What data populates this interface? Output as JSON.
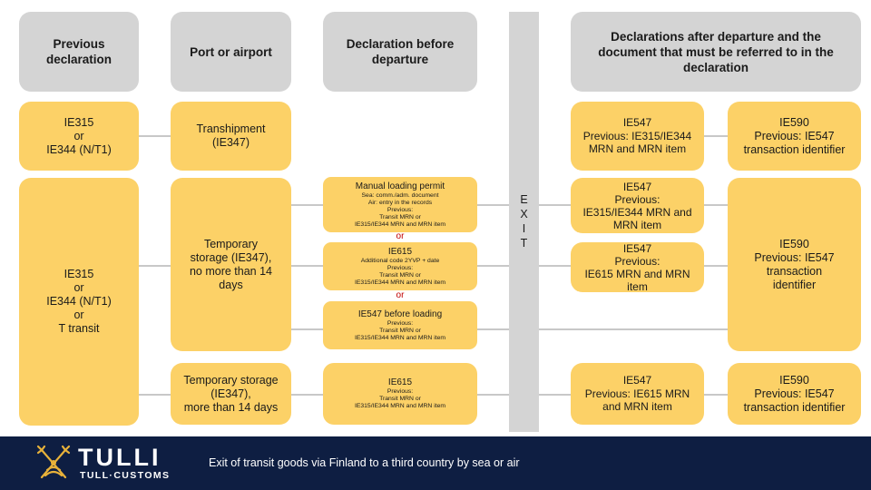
{
  "headers": {
    "previous_declaration": "Previous declaration",
    "port_or_airport": "Port or airport",
    "declaration_before_departure": "Declaration before departure",
    "declarations_after_departure": "Declarations after departure and the document that must be referred to in the declaration"
  },
  "row1": {
    "previous": [
      "IE315",
      "or",
      "IE344 (N/T1)"
    ],
    "port": [
      "Transhipment",
      "(IE347)"
    ],
    "after": [
      "IE547",
      "Previous: IE315/IE344",
      "MRN and MRN item"
    ],
    "final": [
      "IE590",
      "Previous:  IE547",
      "transaction identifier"
    ]
  },
  "row2": {
    "previous": [
      "IE315",
      "or",
      "IE344 (N/T1)",
      "or",
      "T transit"
    ],
    "port": [
      "Temporary",
      "storage (IE347),",
      "no more than 14",
      "days"
    ],
    "decl_a": {
      "title": "Manual loading permit",
      "lines": [
        "Sea:  comm./adm.  document",
        "Air: entry  in  the records",
        "Previous:",
        "Transit MRN or",
        "IE315/IE344    MRN and  MRN item"
      ]
    },
    "or_1": "or",
    "decl_b": {
      "title": "IE615",
      "lines": [
        "Additional  code 2YVP  + date",
        "Previous:",
        "Transit MRN or",
        "IE315/IE344    MRN and  MRN item"
      ]
    },
    "or_2": "or",
    "decl_c": {
      "title": "IE547  before loading",
      "lines": [
        "Previous:",
        "Transit MRN or",
        "IE315/IE344    MRN and  MRN item"
      ]
    },
    "after_a": [
      "IE547",
      "Previous:",
      "IE315/IE344 MRN and",
      "MRN item"
    ],
    "after_b": [
      "IE547",
      "Previous:",
      "IE615 MRN and MRN",
      "item"
    ],
    "final": [
      "IE590",
      "Previous:  IE547",
      "transaction",
      "identifier"
    ]
  },
  "row3": {
    "port": [
      "Temporary storage",
      "(IE347),",
      "more than 14 days"
    ],
    "decl": {
      "title": "IE615",
      "lines": [
        "Previous:",
        "Transit MRN or",
        "IE315/IE344    MRN and  MRN item"
      ]
    },
    "after": [
      "IE547",
      "Previous: IE615 MRN",
      "and MRN item"
    ],
    "final": [
      "IE590",
      "Previous:  IE547",
      "transaction identifier"
    ]
  },
  "exit_letters": [
    "E",
    "X",
    "I",
    "T"
  ],
  "footer": {
    "brand": "TULLI",
    "brand_sub": "TULL·CUSTOMS",
    "title": "Exit of transit goods via Finland to a third country by sea or air"
  },
  "colors": {
    "box_yellow": "#fcd167",
    "header_gray": "#d4d4d4",
    "connector_gray": "#c8c8c8",
    "or_red": "#c00000",
    "footer_navy": "#0e1e42",
    "logo_gold": "#e8b23a"
  }
}
